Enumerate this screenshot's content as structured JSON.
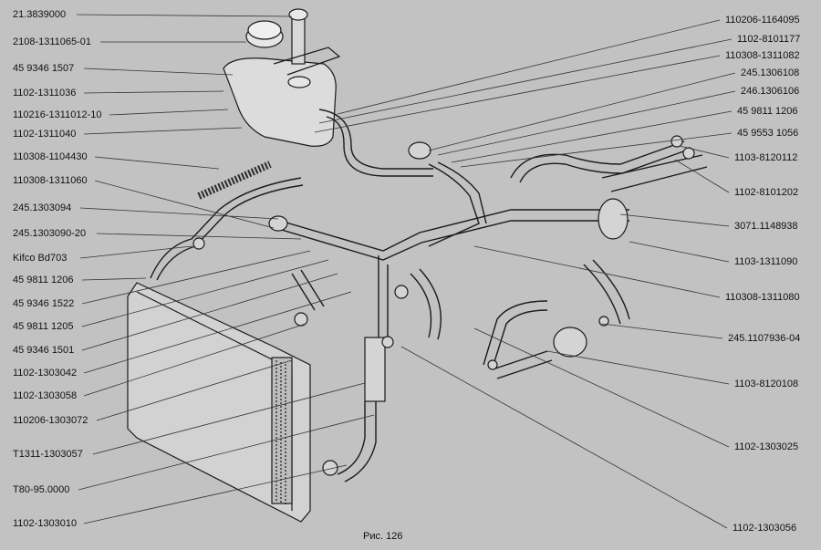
{
  "figure": {
    "caption": "Рис. 126",
    "left_labels": [
      "21.3839000",
      "2108-1311065-01",
      "45 9346 1507",
      "1102-1311036",
      "110216-1311012-10",
      "1102-1311040",
      "110308-1104430",
      "110308-1311060",
      "245.1303094",
      "245.1303090-20",
      "Kifco Bd703",
      "45 9811 1206",
      "45 9346 1522",
      "45 9811 1205",
      "45 9346 1501",
      "1102-1303042",
      "1102-1303058",
      "110206-1303072",
      "T1311-1303057",
      "T80-95.0000",
      "1102-1303010"
    ],
    "right_labels": [
      "110206-1164095",
      "1102-8101177",
      "110308-1311082",
      "245.1306108",
      "246.1306106",
      "45 9811 1206",
      "45 9553 1056",
      "1103-8120112",
      "1102-8101202",
      "3071.1148938",
      "1103-1311090",
      "110308-1311080",
      "245.1107936-04",
      "1103-8120108",
      "1102-1303025",
      "1102-1303056"
    ]
  }
}
